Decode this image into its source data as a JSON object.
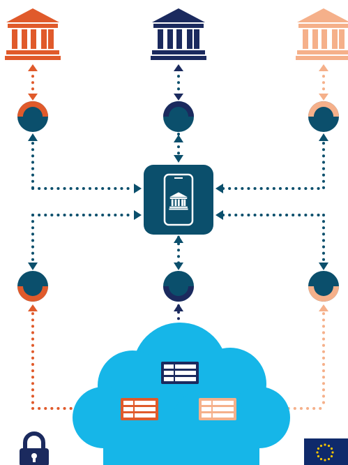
{
  "diagram": {
    "institutions": [
      {
        "name": "institution-left",
        "color": "#e05a2b",
        "icon": "bank-building-icon"
      },
      {
        "name": "institution-center",
        "color": "#1b2a5e",
        "icon": "bank-building-icon"
      },
      {
        "name": "institution-right",
        "color": "#f5b08a",
        "icon": "bank-building-icon"
      }
    ],
    "hub": {
      "icon": "mobile-phone-bank-icon",
      "color": "#0b4f6c"
    },
    "connector_color": "#0b4f6c",
    "cloud": {
      "color": "#16b6e8"
    },
    "records": [
      {
        "name": "record-center",
        "color": "#1b2a5e",
        "icon": "data-table-icon"
      },
      {
        "name": "record-left",
        "color": "#e05a2b",
        "icon": "data-table-icon"
      },
      {
        "name": "record-right",
        "color": "#f5b08a",
        "icon": "data-table-icon"
      }
    ],
    "footer": {
      "lock_icon": "padlock-icon",
      "flag_icon": "eu-flag-icon",
      "flag_color": "#0f2a6b",
      "star_color": "#f6c400"
    }
  }
}
